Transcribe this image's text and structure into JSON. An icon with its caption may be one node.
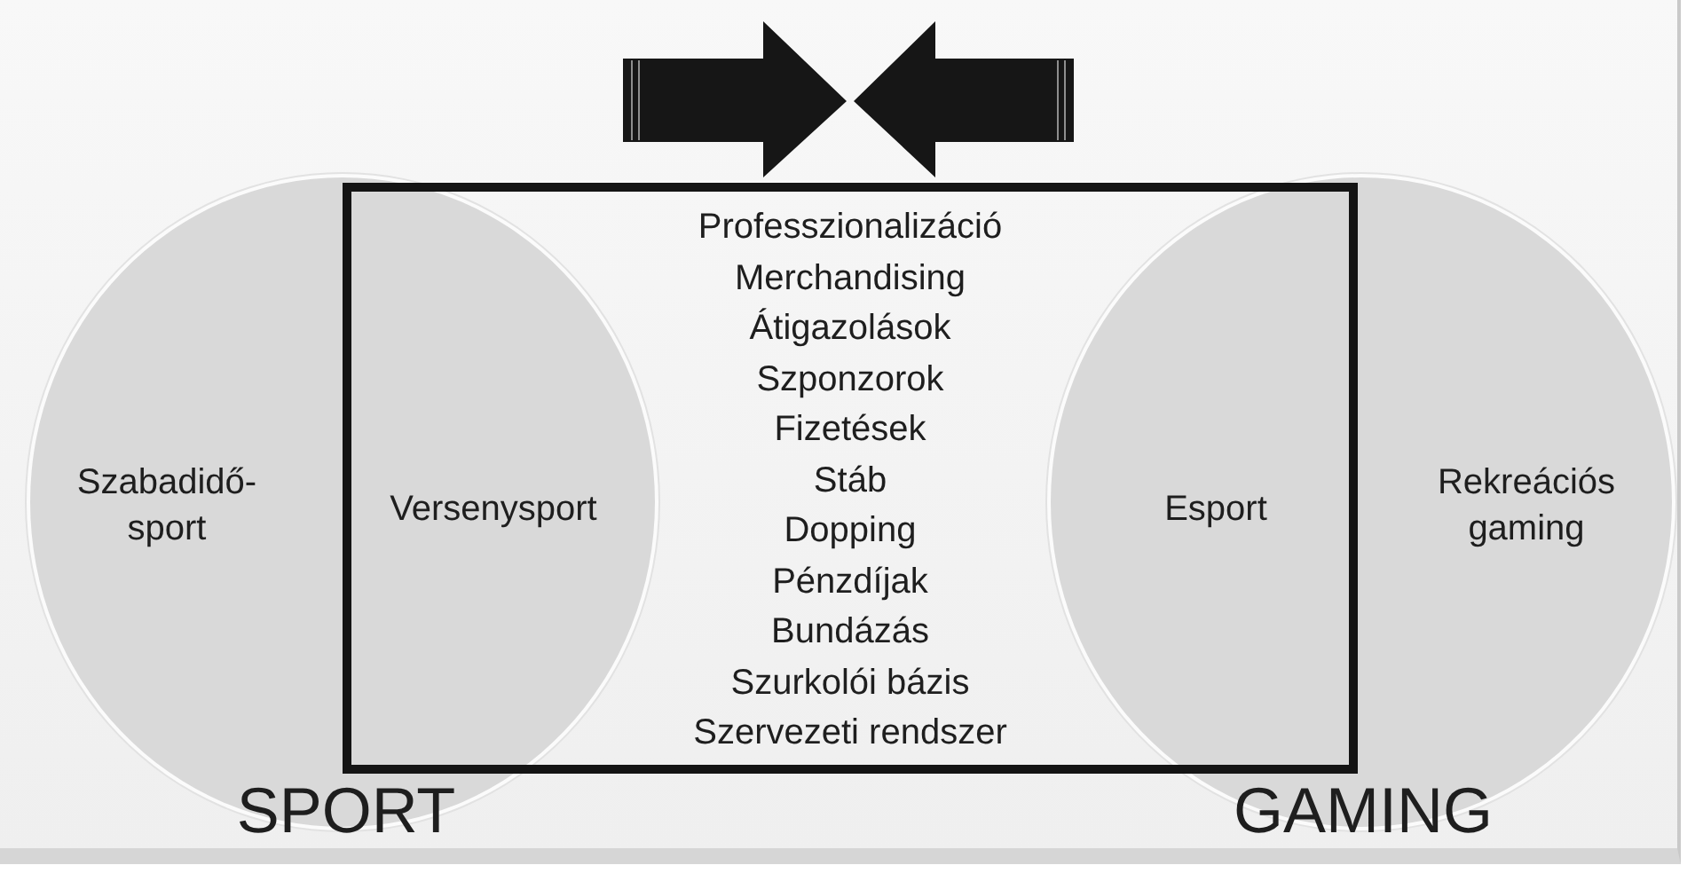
{
  "diagram": {
    "nodes": [
      {
        "text": [
          "Szabadidő-sport",
          "Versenysport",
          "SPORT"
        ]
      },
      {
        "text": [
          "Professzionalizáció",
          "Merchandising",
          "Átigazolások",
          "Szponzorok",
          "Fizetések",
          "Stáb",
          "Dopping",
          "Pénzdíjak",
          "Bundázás",
          "Szurkolói bázis",
          "Szervezeti rendszer"
        ]
      },
      {
        "text": [
          "Esport",
          "Rekreációs gaming",
          "GAMING"
        ]
      }
    ]
  }
}
